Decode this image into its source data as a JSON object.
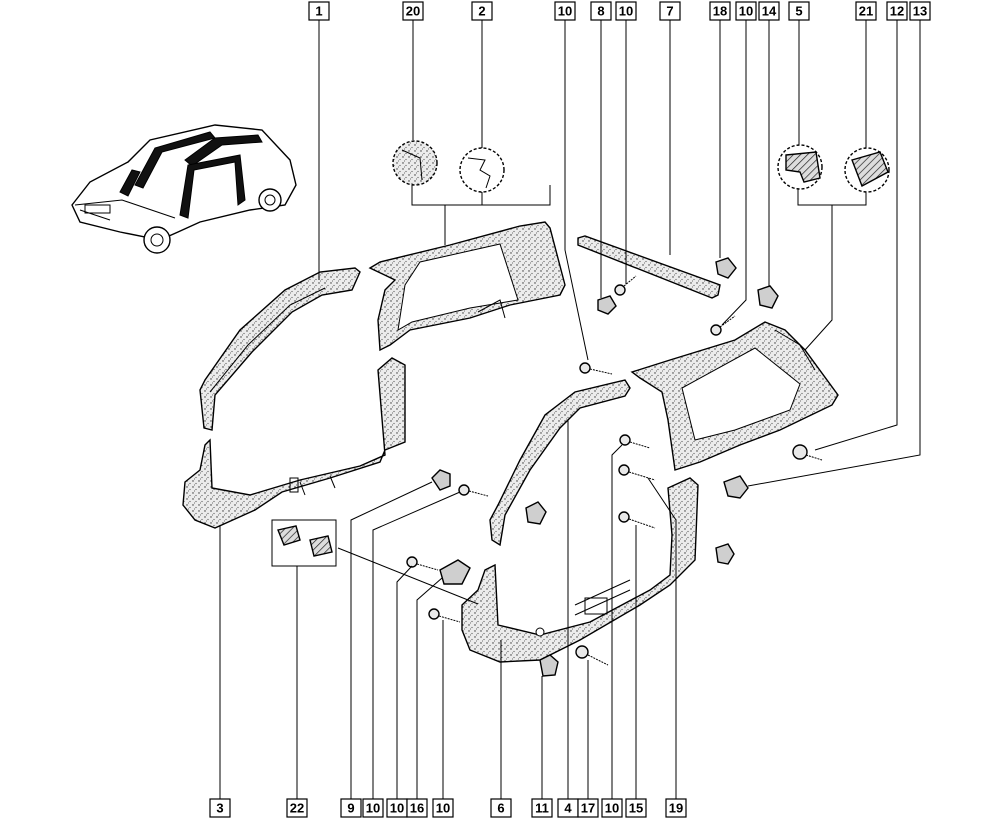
{
  "labels_top": [
    "1",
    "20",
    "2",
    "10",
    "8",
    "10",
    "7",
    "18",
    "10",
    "14",
    "5",
    "21",
    "12",
    "13"
  ],
  "labels_bottom": [
    "3",
    "22",
    "9",
    "10",
    "10",
    "16",
    "10",
    "6",
    "11",
    "4",
    "17",
    "10",
    "15",
    "19"
  ]
}
